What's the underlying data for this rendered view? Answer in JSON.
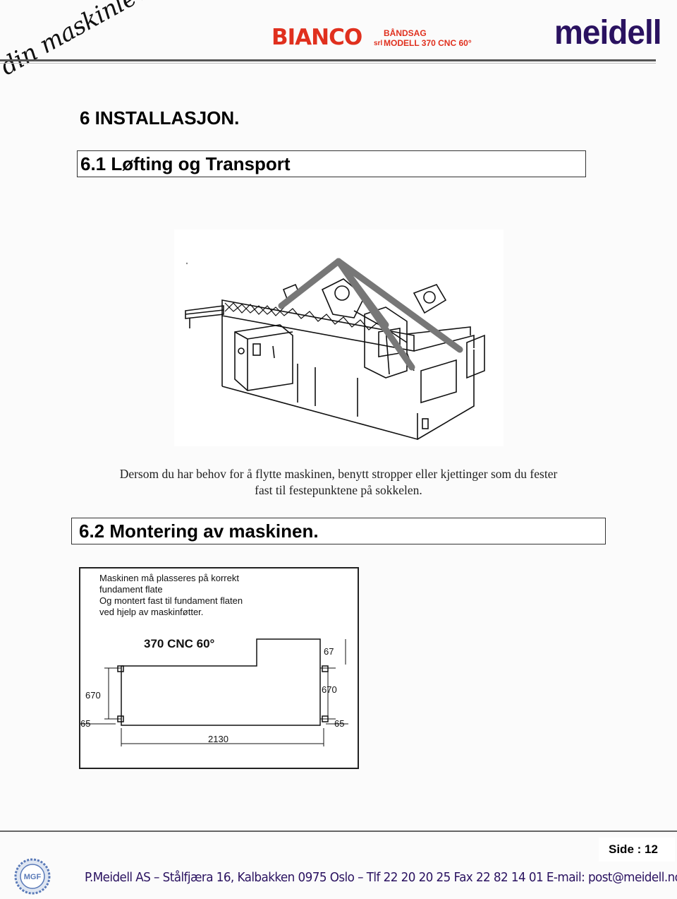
{
  "header": {
    "slogan": "din maskinleverandør",
    "brand_bianco": "BIANCO",
    "brand_srl": "srl",
    "product_line1": "BÅNDSAG",
    "product_line2": "MODELL 370 CNC 60°",
    "brand_meidell": "meidell"
  },
  "section": {
    "title": "6 INSTALLASJON.",
    "sub1_title": "6.1 Løfting og Transport",
    "sub1_text_line1": "Dersom du har behov for å flytte maskinen, benytt stropper eller kjettinger som du fester",
    "sub1_text_line2": "fast til festepunktene på sokkelen.",
    "sub2_title": "6.2 Montering av maskinen."
  },
  "installation_note": {
    "line1": "Maskinen må plasseres på korrekt",
    "line2": "fundament flate",
    "line3": "Og montert fast til fundament flaten",
    "line4": "ved hjelp av maskinføtter."
  },
  "dimensions": {
    "model": "370 CNC 60°",
    "top_right": "67",
    "left_height": "670",
    "right_height": "670",
    "left_offset": "65",
    "right_offset": "65",
    "length": "2130"
  },
  "footer": {
    "page_label": "Side : 12",
    "contact": "P.Meidell AS – Stålfjæra 16, Kalbakken 0975 Oslo – Tlf 22 20 20 25  Fax 22 82 14 01  E-mail: post@meidell.no",
    "logo_text": "MGF"
  },
  "colors": {
    "brand_red": "#e0301e",
    "brand_purple": "#2a1260"
  }
}
